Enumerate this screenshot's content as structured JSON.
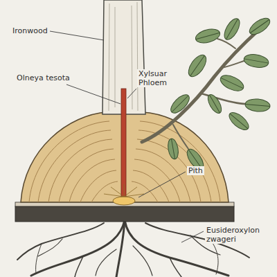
{
  "diagram": {
    "labels": [
      "Ironwood",
      "Olneya tesota",
      "Xylsuar Phloem",
      "Pith",
      "Eusideroxylon zwageri"
    ]
  }
}
